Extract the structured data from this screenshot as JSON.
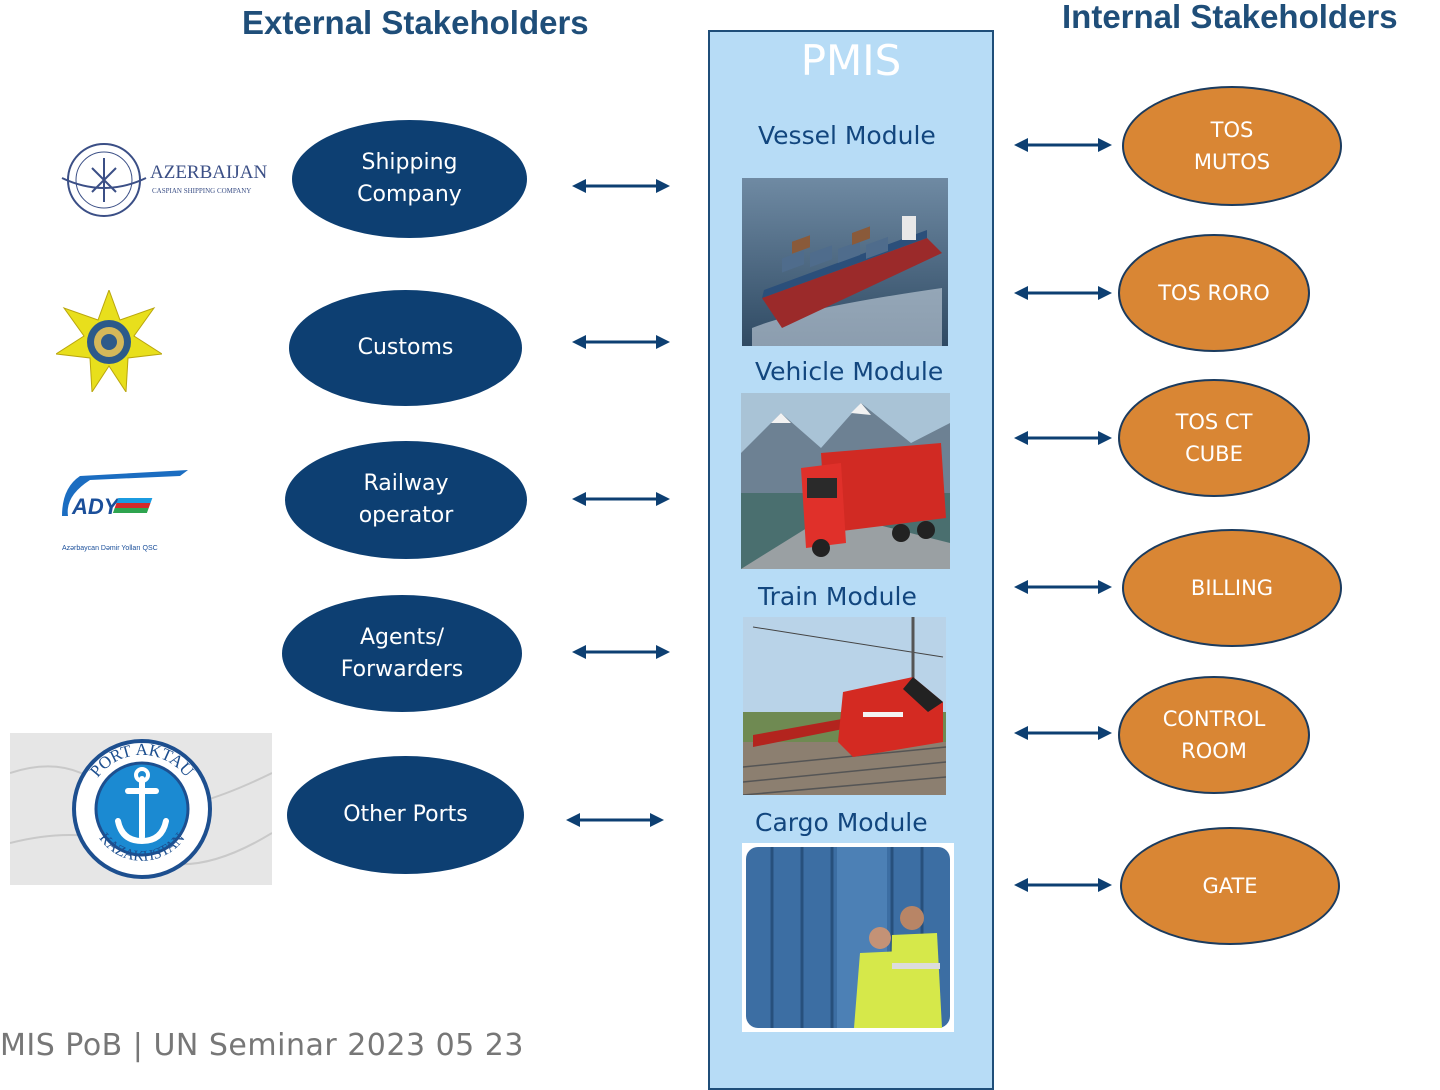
{
  "headings": {
    "external": "External Stakeholders",
    "internal": "Internal Stakeholders"
  },
  "pmis": {
    "title": "PMIS",
    "modules": [
      "Vessel Module",
      "Vehicle Module",
      "Train Module",
      "Cargo Module"
    ]
  },
  "external_stakeholders": [
    {
      "label": "Shipping\nCompany",
      "logo": "azerbaijan-caspian-shipping-logo"
    },
    {
      "label": "Customs",
      "logo": "customs-emblem-logo"
    },
    {
      "label": "Railway\noperator",
      "logo": "ady-railway-logo"
    },
    {
      "label": "Agents/\nForwarders",
      "logo": ""
    },
    {
      "label": "Other Ports",
      "logo": "port-aktau-logo"
    }
  ],
  "internal_stakeholders": [
    {
      "label": "TOS\nMUTOS"
    },
    {
      "label": "TOS RORO"
    },
    {
      "label": "TOS CT\nCUBE"
    },
    {
      "label": "BILLING"
    },
    {
      "label": "CONTROL\nROOM"
    },
    {
      "label": "GATE"
    }
  ],
  "logos": {
    "azerbaijan_text": "AZERBAIJAN",
    "azerbaijan_sub": "CASPIAN SHIPPING COMPANY",
    "ady_text": "ADY",
    "ady_sub": "Azərbaycan Dəmir Yolları QSC",
    "port_top": "PORT AKTAU",
    "port_bottom": "KAZAKHSTAN"
  },
  "footer": "MIS PoB | UN  Seminar 2023 05 23",
  "colors": {
    "external_fill": "#0d3f72",
    "internal_fill": "#d98634",
    "pmis_fill": "#b7dcf6",
    "heading": "#1f4e79"
  }
}
